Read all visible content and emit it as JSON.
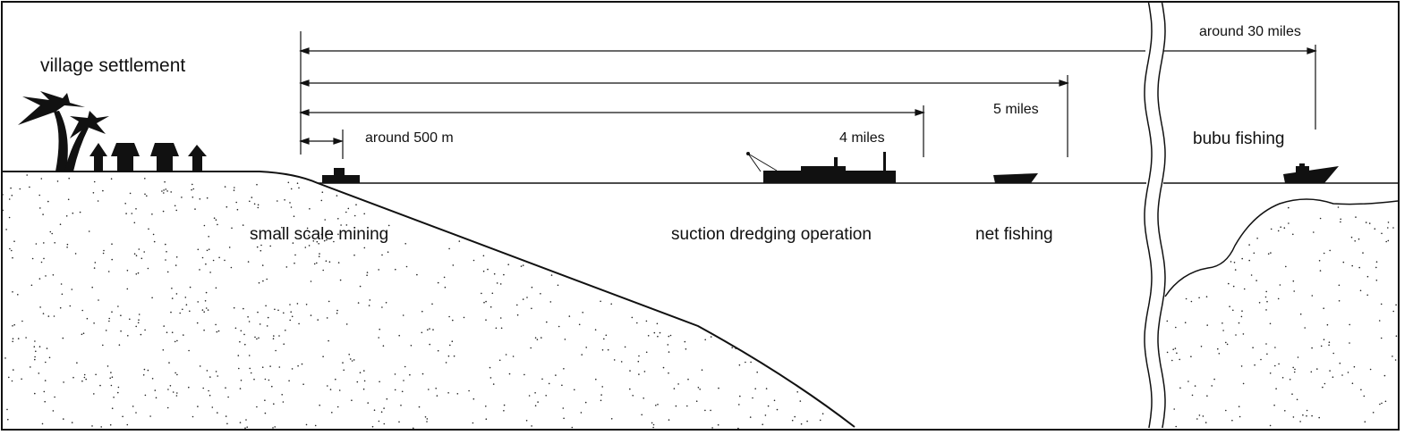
{
  "labels": {
    "village": "village settlement",
    "mining": "small scale mining",
    "dredging": "suction dredging operation",
    "net": "net fishing",
    "bubu": "bubu fishing"
  },
  "distances": {
    "d500m": "around 500 m",
    "d4mi": "4 miles",
    "d5mi": "5 miles",
    "d30mi": "around 30 miles"
  },
  "colors": {
    "ink": "#111111",
    "background": "#ffffff"
  }
}
